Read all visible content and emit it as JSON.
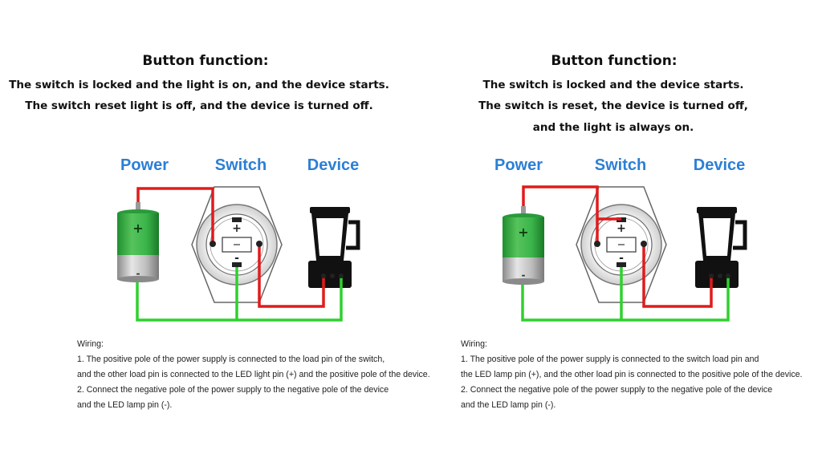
{
  "colors": {
    "label_blue": "#2b7fd6",
    "wire_red": "#e11b1b",
    "wire_green": "#2ed12e",
    "battery_green": "#3ab54a"
  },
  "icons": [
    "battery-icon",
    "switch-icon",
    "blender-icon"
  ],
  "left": {
    "heading": "Button function:",
    "desc": [
      "The switch is locked and the light is on, and the device starts.",
      "The switch reset light is off, and the device is turned off."
    ],
    "labels": {
      "power": "Power",
      "switch": "Switch",
      "device": "Device"
    },
    "battery_plus": "+",
    "battery_minus": "-",
    "switch_plus": "+",
    "switch_minus": "-",
    "wiring": [
      "Wiring:",
      "1. The positive pole of the power supply is connected to the load pin of the switch,",
      "and the other load pin is connected to the LED light pin (+) and the positive pole of the device.",
      "2. Connect the negative pole of the power supply to the negative pole of the device",
      "and the LED lamp pin (-)."
    ]
  },
  "right": {
    "heading": "Button function:",
    "desc": [
      "The switch is locked and the device starts.",
      "The switch is reset, the device is turned off,",
      "and the light is always on."
    ],
    "labels": {
      "power": "Power",
      "switch": "Switch",
      "device": "Device"
    },
    "battery_plus": "+",
    "battery_minus": "-",
    "switch_plus": "+",
    "switch_minus": "-",
    "wiring": [
      "Wiring:",
      "1. The positive pole of the power supply is connected to the switch load pin and",
      "the LED lamp pin (+), and the other load pin is connected to the positive pole of the device.",
      "2. Connect the negative pole of the power supply to the negative pole of the device",
      "and the LED lamp pin (-)."
    ]
  }
}
